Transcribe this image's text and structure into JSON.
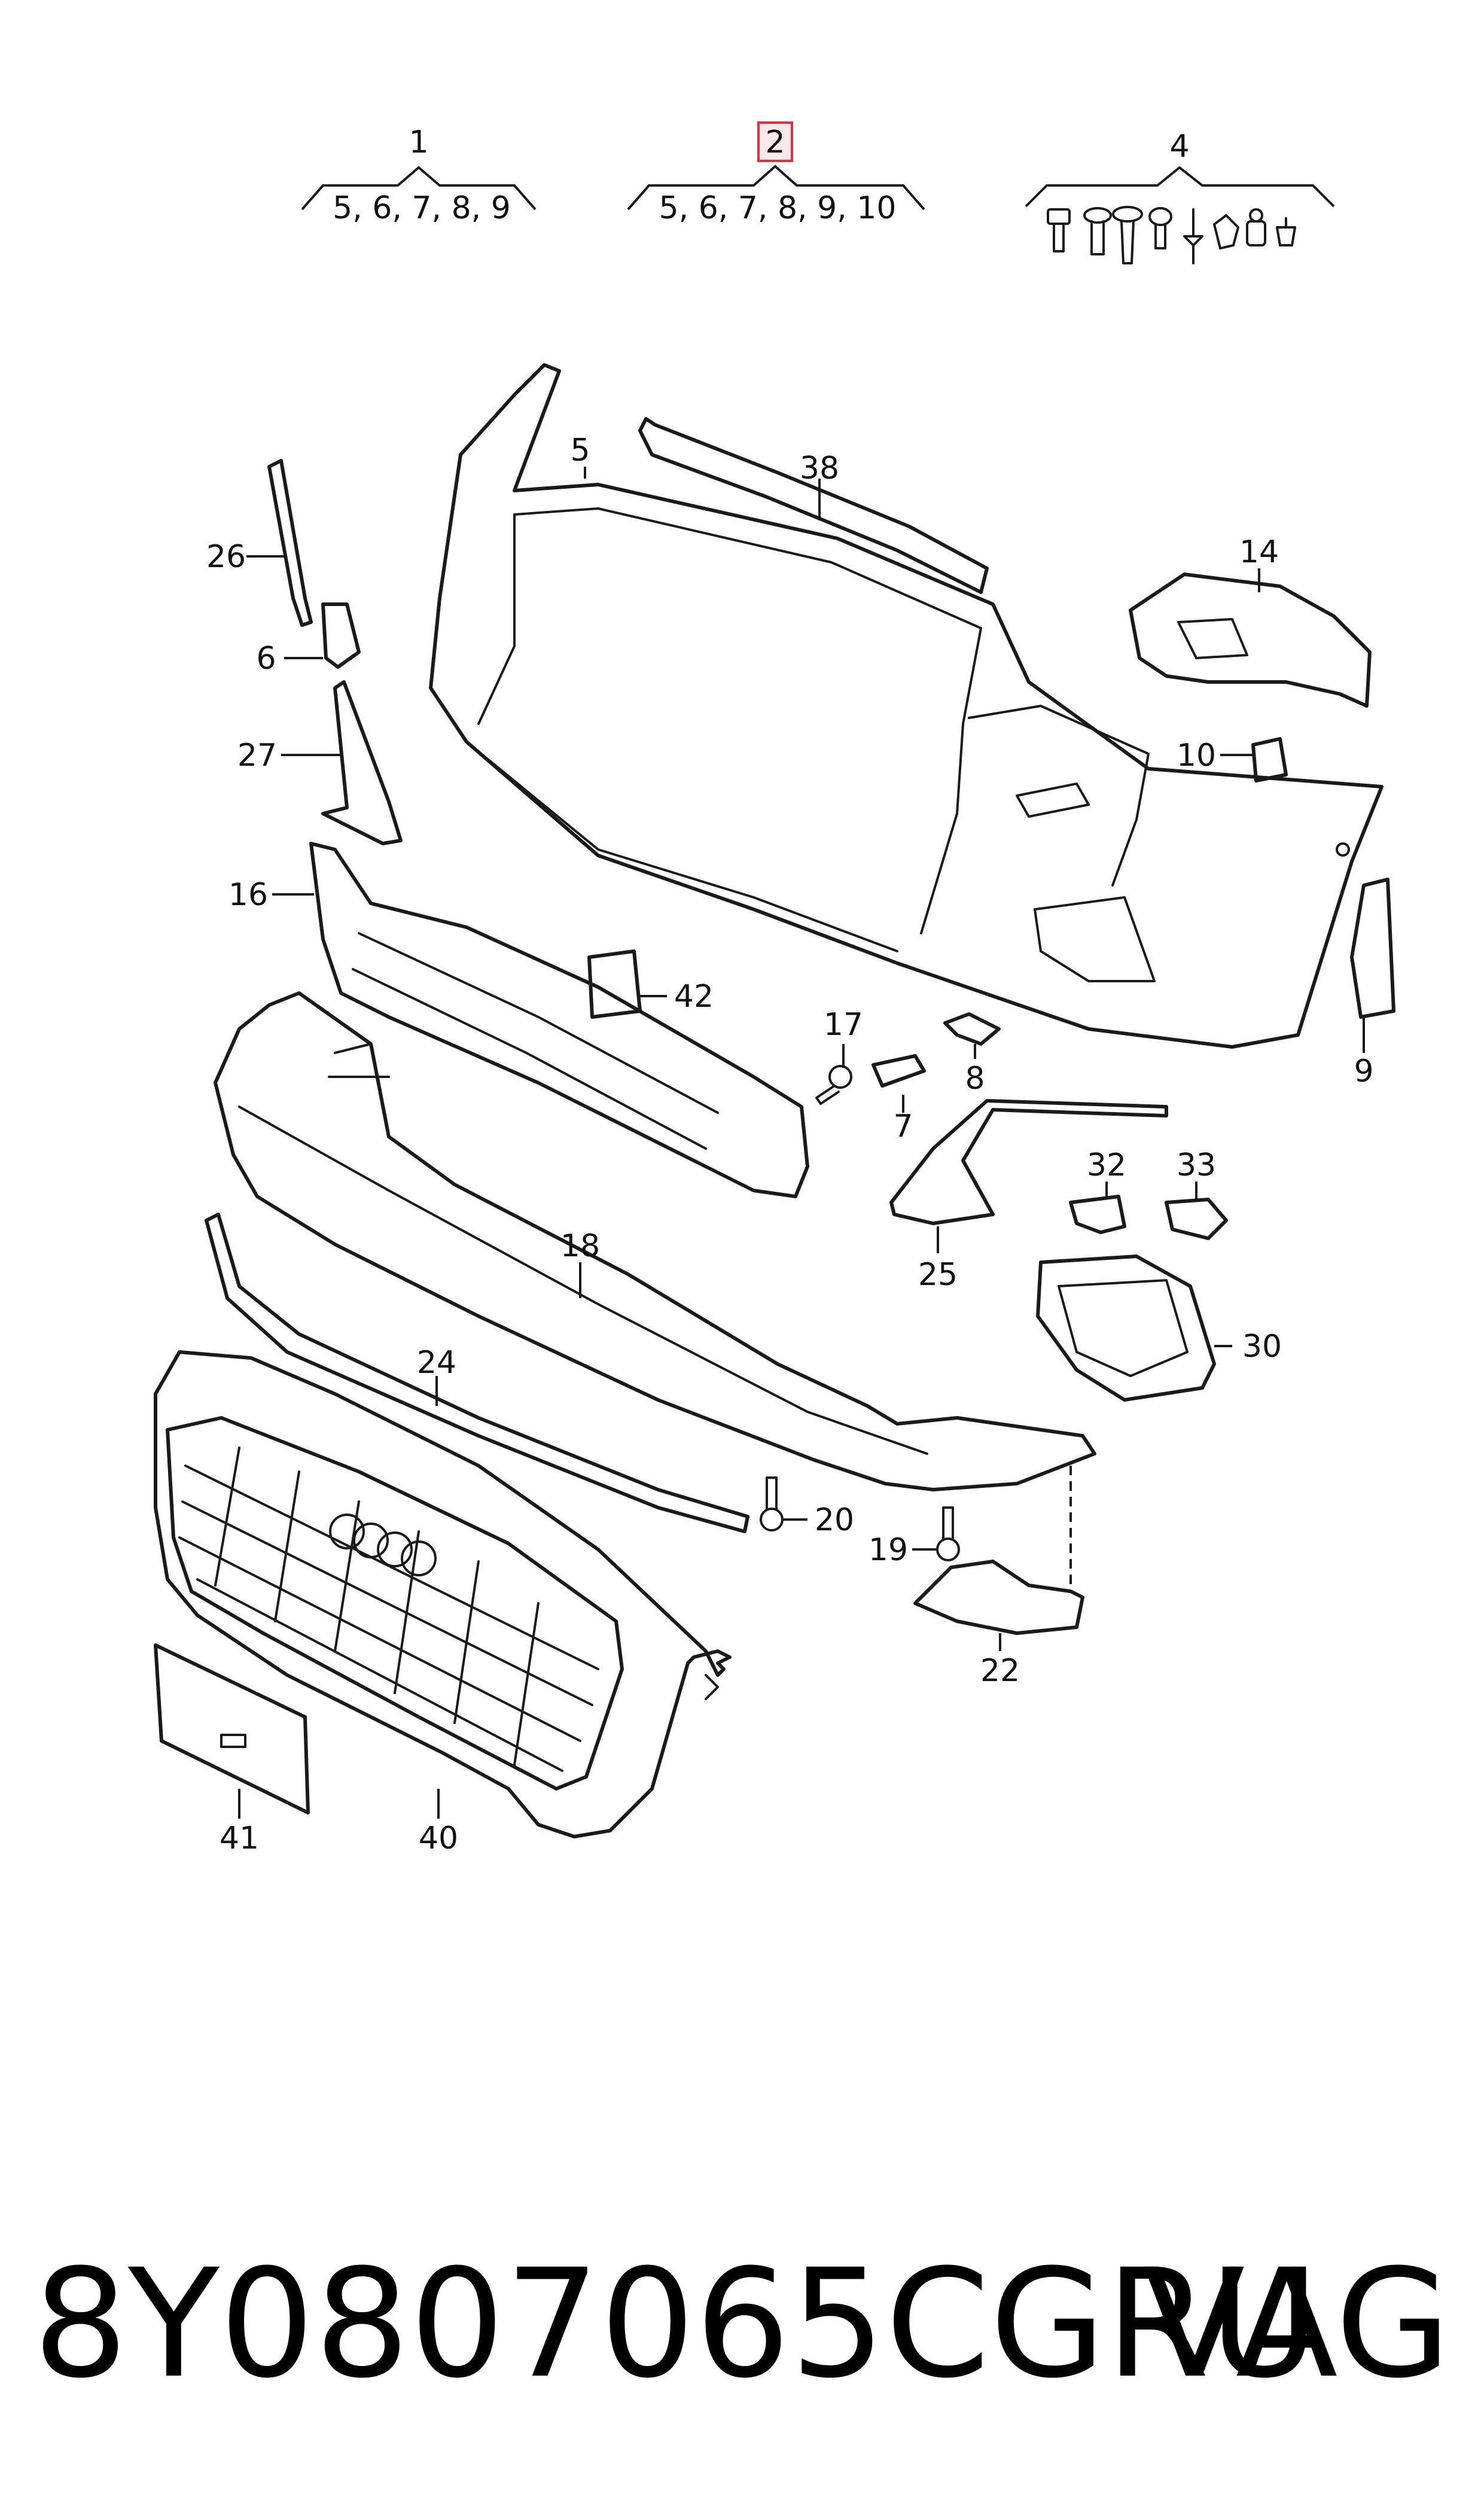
{
  "groups": [
    {
      "number": "1",
      "contents": "5, 6, 7, 8, 9"
    },
    {
      "number": "2",
      "contents": "5, 6, 7, 8, 9, 10",
      "highlight_color": "#e0303a"
    },
    {
      "number": "4",
      "contents": ""
    }
  ],
  "callouts": {
    "c5": "5",
    "c38": "38",
    "c14": "14",
    "c26": "26",
    "c6": "6",
    "c27": "27",
    "c10": "10",
    "c16": "16",
    "c42": "42",
    "c17": "17",
    "c8": "8",
    "c7": "7",
    "c9": "9",
    "c32": "32",
    "c33": "33",
    "c18": "18",
    "c25": "25",
    "c30": "30",
    "c24": "24",
    "c20": "20",
    "c19": "19",
    "c22": "22",
    "c41": "41",
    "c40": "40"
  },
  "footer": {
    "part_number": "8Y0807065CGRU",
    "brand": "VAG"
  },
  "icons": [
    "screw-icon",
    "bolt-icon",
    "clip-icon",
    "rivet-icon"
  ]
}
